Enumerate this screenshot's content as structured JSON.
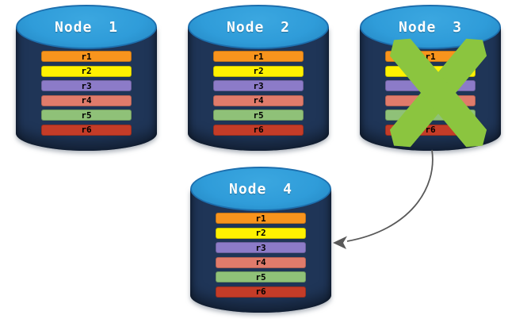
{
  "diagram": {
    "type": "database-replication-failover",
    "accent_colors": {
      "cylinder_body": "#1F3557",
      "cylinder_top": "#2F9CD9",
      "failure_x": "#8BC53F",
      "arrow": "#595959"
    },
    "row_colors": [
      "#F8941D",
      "#FFF200",
      "#8C7BC8",
      "#E07B6B",
      "#8FC178",
      "#C43C28"
    ],
    "nodes": [
      {
        "label": "Node 1",
        "failed": false,
        "rows": [
          "r1",
          "r2",
          "r3",
          "r4",
          "r5",
          "r6"
        ]
      },
      {
        "label": "Node 2",
        "failed": false,
        "rows": [
          "r1",
          "r2",
          "r3",
          "r4",
          "r5",
          "r6"
        ]
      },
      {
        "label": "Node 3",
        "failed": true,
        "rows": [
          "r1",
          "r2",
          "r3",
          "r4",
          "r5",
          "r6"
        ]
      },
      {
        "label": "Node 4",
        "failed": false,
        "rows": [
          "r1",
          "r2",
          "r3",
          "r4",
          "r5",
          "r6"
        ]
      }
    ],
    "arrow": {
      "from": "Node 3",
      "to": "Node 4"
    }
  }
}
